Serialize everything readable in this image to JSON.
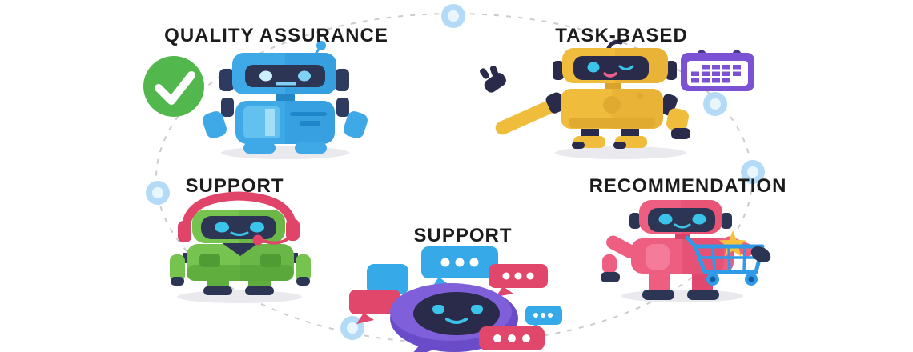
{
  "title": "Chatbot types illustration",
  "items": [
    {
      "id": "quality-assurance",
      "label": "QUALITY ASSURANCE",
      "robot_color": "#3fa9e8",
      "badge_icon": "check-circle-icon",
      "badge_color": "#52b84d"
    },
    {
      "id": "task-based",
      "label": "TASK-BASED",
      "robot_color": "#f0bc3c",
      "badge_icon": "calendar-icon",
      "badge_color": "#7b52d3"
    },
    {
      "id": "support-agent",
      "label": "SUPPORT",
      "robot_color": "#76c34f",
      "badge_icon": "headset-icon",
      "badge_color": "#e04468"
    },
    {
      "id": "support-chat",
      "label": "SUPPORT",
      "robot_color": "#7a5bd6",
      "badge_icon": "chat-bubbles-icon",
      "bubble_colors": [
        "#36a9e8",
        "#e0476b"
      ]
    },
    {
      "id": "recommendation",
      "label": "RECOMMENDATION",
      "robot_color": "#ee5e80",
      "badge_icon": "shopping-cart-star-icon",
      "badge_color": "#2f9be8",
      "star_color": "#f5c13f"
    }
  ],
  "connector": {
    "shape": "dashed-ellipse",
    "line_color": "#cccccc",
    "node_color": "#b3dbf8",
    "node_count": 5
  },
  "colors": {
    "background": "#ffffff",
    "text": "#1c1c1c",
    "dark_navy": "#2c3654",
    "face_dark": "#2a2a4a",
    "eye_cyan": "#3bc4ea",
    "shadow": "#e9e9ee"
  }
}
